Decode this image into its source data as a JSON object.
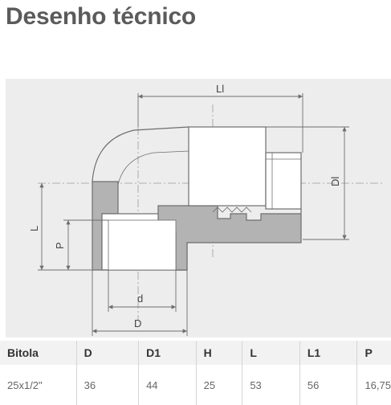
{
  "page": {
    "title": "Desenho técnico"
  },
  "drawing": {
    "labels": {
      "Ll": "Ll",
      "Dl": "Dl",
      "L": "L",
      "P": "P",
      "d": "d",
      "D": "D"
    },
    "colors": {
      "section": "#b3b3b3",
      "background": "#ededed",
      "line": "#6e6e6e"
    }
  },
  "table": {
    "headers": [
      "Bitola",
      "D",
      "D1",
      "H",
      "L",
      "L1",
      "P"
    ],
    "rows": [
      [
        "25x1/2\"",
        "36",
        "44",
        "25",
        "53",
        "56",
        "16,75"
      ]
    ]
  }
}
